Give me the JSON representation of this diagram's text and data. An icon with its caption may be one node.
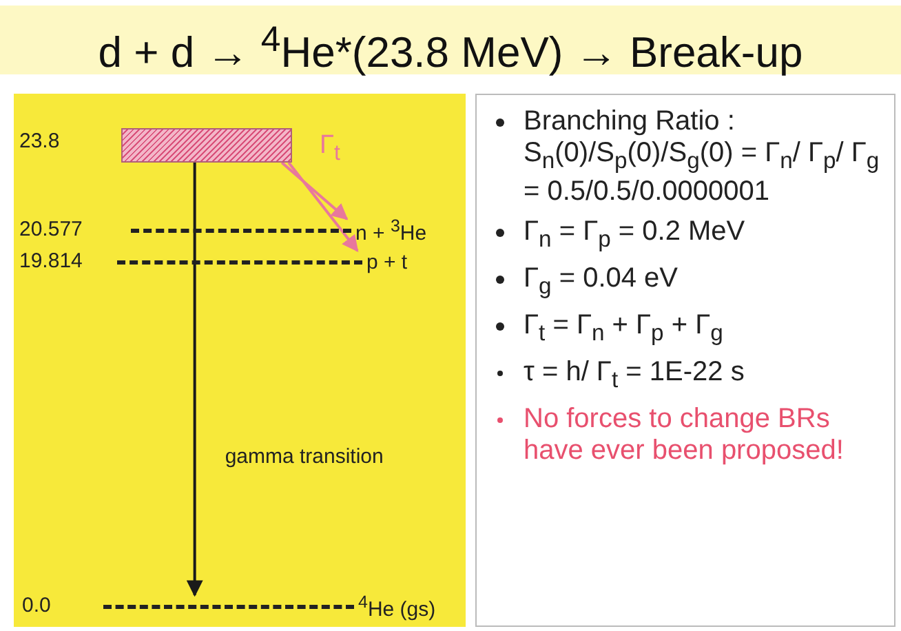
{
  "diagram": {
    "title": "d + d → $^{4}$He*(23.8 MeV) → Break-up",
    "nodes": [
      {
        "text": [],
        "shape": "bar",
        "beside": [
          "Γ$_{t}$"
        ]
      },
      {
        "text": [
          "n + $^{3}$He"
        ]
      },
      {
        "text": [
          "p + t"
        ]
      },
      {
        "text": [
          "$^{4}$He (gs)"
        ]
      }
    ],
    "edges": [
      {
        "from": 0,
        "to": 1,
        "arrow": "to",
        "color": "#e8789c"
      },
      {
        "from": 0,
        "to": 2,
        "arrow": "to",
        "color": "#e8789c"
      },
      {
        "from": 0,
        "to": 3,
        "arrow": "to",
        "label": "gamma transition",
        "color": "#1a1a1a"
      }
    ],
    "labels": [
      "23.8",
      "20.577",
      "19.814",
      "0.0",
      "Branching Ratio : S$_{n}$(0)/S$_{p}$(0)/S$_{g}$(0) = Γ$_{n}$/ Γ$_{p}$/ Γ$_{g}$ = 0.5/0.5/0.0000001",
      "Γ$_{n}$ = Γ$_{p}$ = 0.2 MeV",
      "Γ$_{g}$ = 0.04 eV",
      "Γ$_{t}$ = Γ$_{n}$ + Γ$_{p}$ + Γ$_{g}$",
      "τ = h/ Γ$_{t}$ = 1E-22 s",
      "No forces to change BRs have ever been proposed!"
    ]
  }
}
